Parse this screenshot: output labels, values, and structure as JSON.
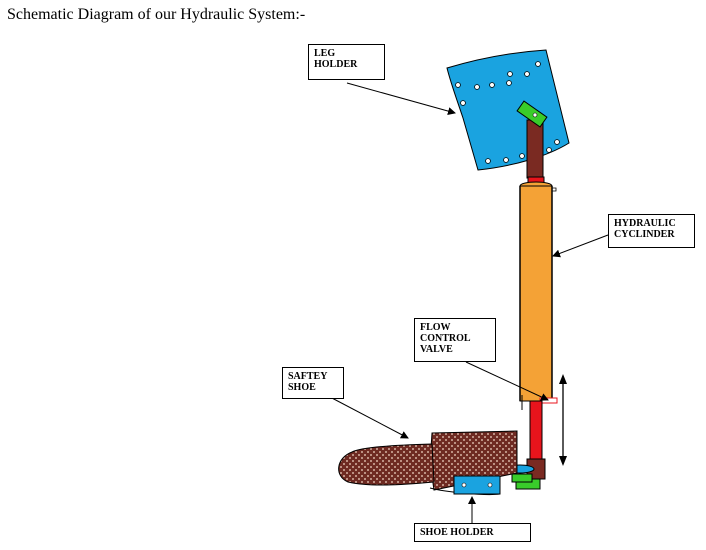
{
  "heading": "Schematic Diagram of our Hydraulic System:-",
  "labels": {
    "leg_holder": [
      "LEG",
      "HOLDER"
    ],
    "hydraulic_cylinder": [
      "HYDRAULIC",
      "CYCLINDER"
    ],
    "flow_control_valve": [
      "FLOW",
      "CONTROL",
      "VALVE"
    ],
    "safety_shoe": [
      "SAFTEY",
      "SHOE"
    ],
    "shoe_holder": [
      "SHOE HOLDER"
    ]
  },
  "colors": {
    "leg_holder": "#1aa3e0",
    "cylinder": "#f4a236",
    "piston_rod": "#e8141c",
    "bracket": "#7a2a22",
    "green_clamp": "#39cc2a",
    "shoe": "#6e2a22",
    "shoe_holder": "#1aa3e0"
  }
}
